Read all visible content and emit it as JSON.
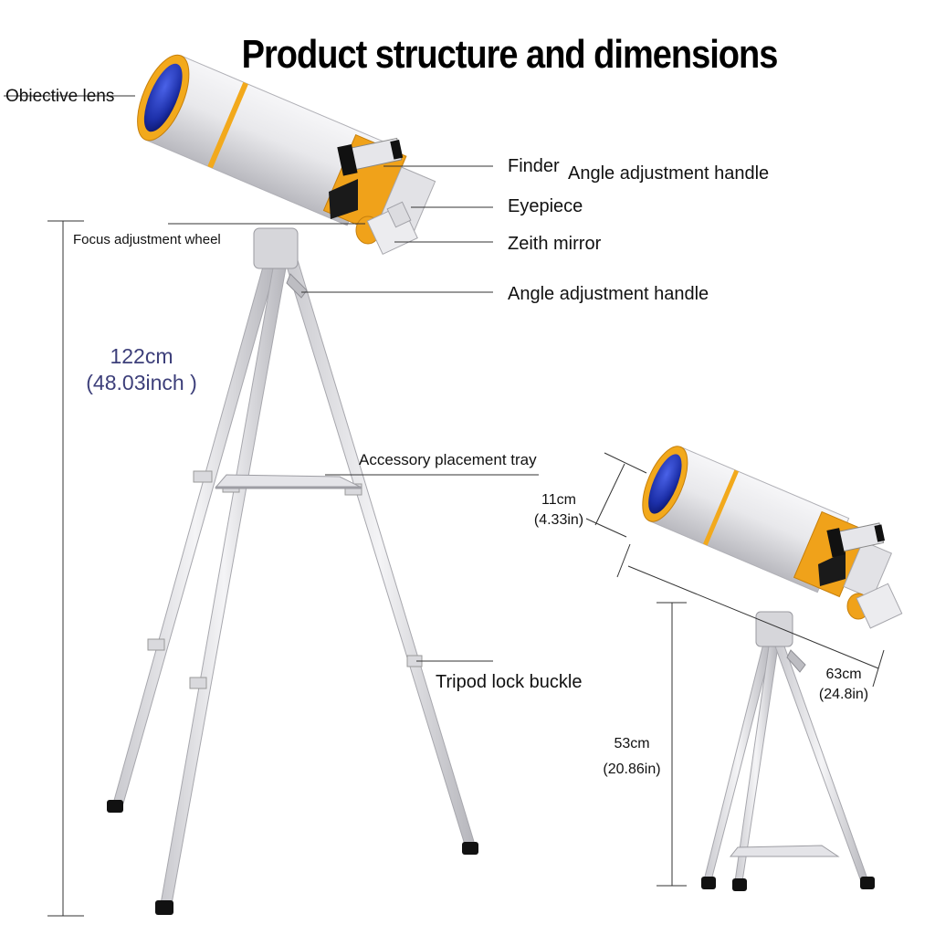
{
  "title": "Product structure and dimensions",
  "labels": {
    "objective_lens": "Obiective lens",
    "finder": "Finder",
    "angle_handle_top": "Angle adjustment handle",
    "eyepiece": "Eyepiece",
    "focus_wheel": "Focus adjustment wheel",
    "zenith_mirror": "Zeith mirror",
    "angle_handle": "Angle adjustment handle",
    "accessory_tray": "Accessory placement tray",
    "tripod_lock": "Tripod lock buckle"
  },
  "dimensions": {
    "height_full_cm": "122cm",
    "height_full_in": "(48.03inch )",
    "tube_diameter_cm": "11cm",
    "tube_diameter_in": "(4.33in)",
    "tube_length_cm": "63cm",
    "tube_length_in": "(24.8in)",
    "height_short_cm": "53cm",
    "height_short_in": "(20.86in)"
  },
  "colors": {
    "tube": "#e9e9ec",
    "accent": "#f2a91c",
    "lens": "#2236b8",
    "leader_line": "#333333"
  }
}
